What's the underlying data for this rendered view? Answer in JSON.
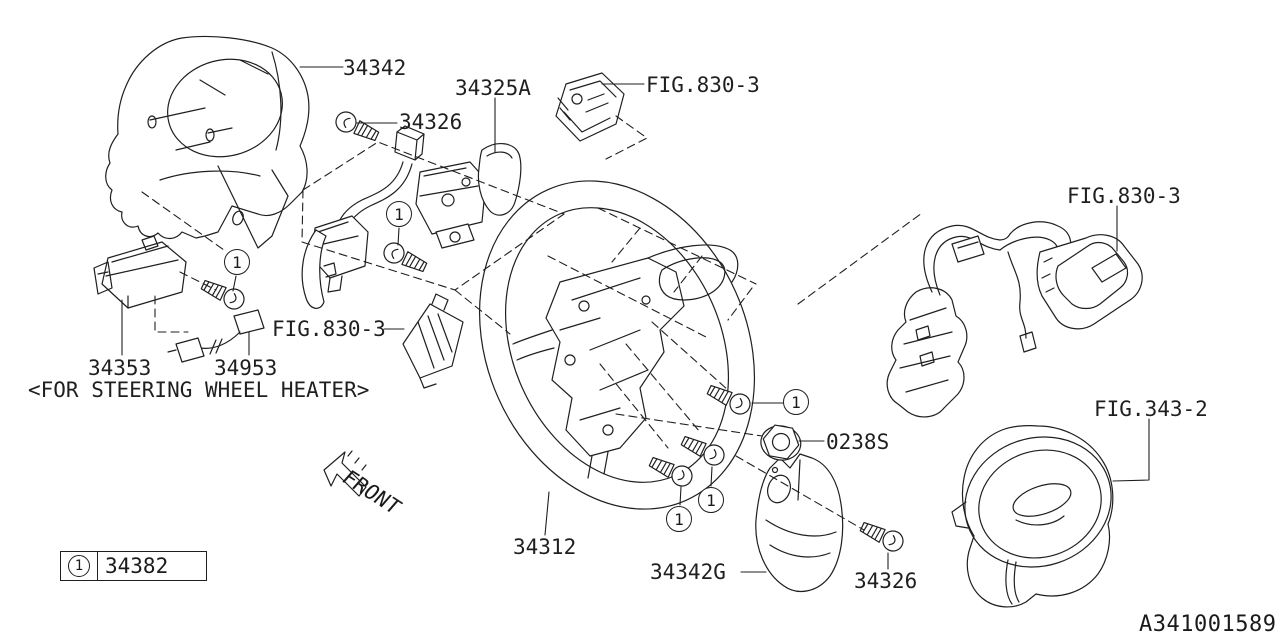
{
  "drawing_number": "A341001589",
  "orientation": {
    "front_label": "FRONT"
  },
  "ref_marker": "1",
  "legend": {
    "ref": "1",
    "part_number": "34382"
  },
  "parts": {
    "column_cover": "34342",
    "screw_upper": "34326",
    "paddle_switch": "34325A",
    "fig_830_3_top": "FIG.830-3",
    "fig_830_3_mid": "FIG.830-3",
    "fig_830_3_right": "FIG.830-3",
    "heater_unit": "34353",
    "heater_harness": "34953",
    "heater_note": "<FOR STEERING WHEEL HEATER>",
    "steering_wheel": "34312",
    "nut": "0238S",
    "lower_cover": "34342G",
    "screw_lower": "34326",
    "airbag_module": "FIG.343-2"
  }
}
